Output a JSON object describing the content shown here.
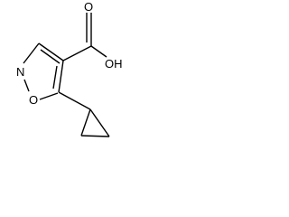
{
  "molecule": {
    "atoms": {
      "ring_oxygen": "O",
      "ring_nitrogen": "N",
      "carbonyl_oxygen": "O",
      "hydroxyl": "OH"
    }
  }
}
